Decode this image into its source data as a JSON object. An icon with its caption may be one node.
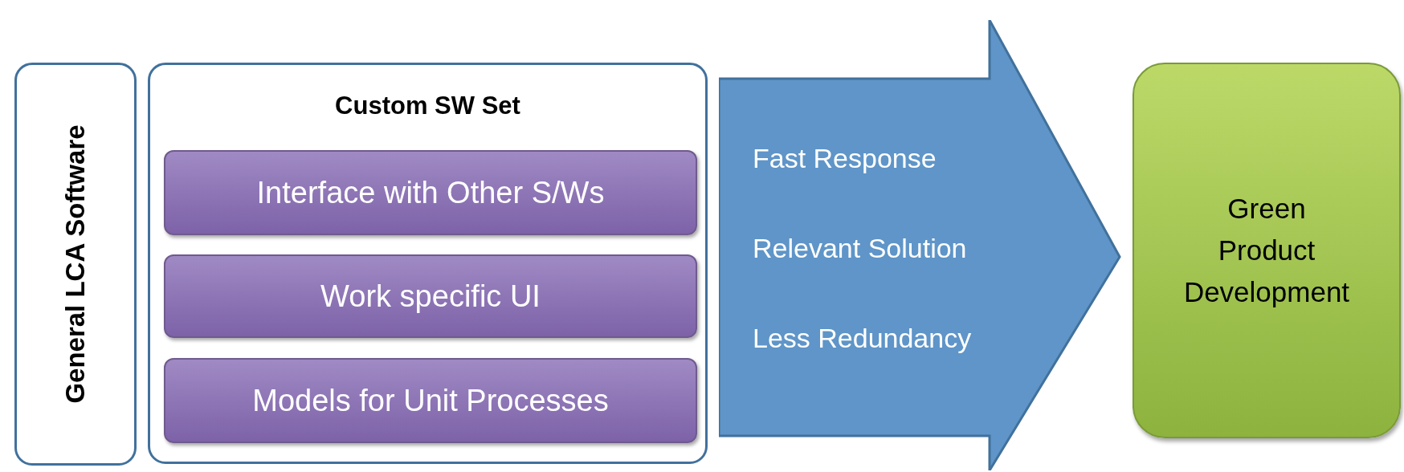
{
  "diagram": {
    "nodes": [
      {
        "text": [
          "General LCA Software"
        ]
      },
      {
        "text": [
          "Custom SW Set"
        ]
      },
      {
        "text": [
          "Interface with Other S/Ws"
        ],
        "in": 1
      },
      {
        "text": [
          "Work specific UI"
        ],
        "in": 1
      },
      {
        "text": [
          "Models for Unit Processes"
        ],
        "in": 1
      },
      {
        "text": [
          "Fast Response",
          "Relevant Solution",
          "Less Redundancy"
        ]
      },
      {
        "text": [
          "Green Product Development"
        ]
      }
    ]
  }
}
